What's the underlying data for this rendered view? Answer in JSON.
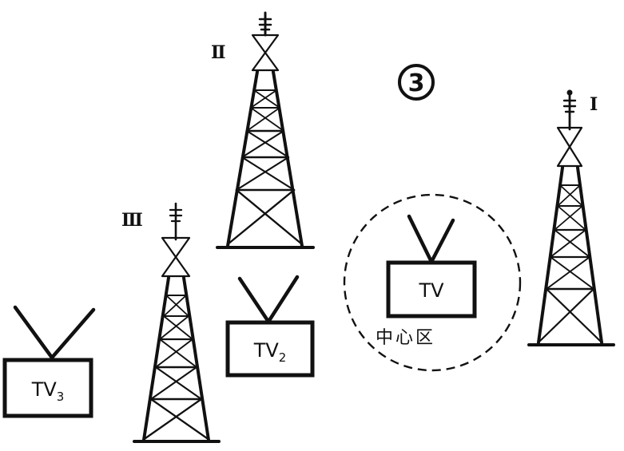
{
  "figure_number": "③",
  "towers": [
    {
      "id": "tower-2",
      "label": "Ⅱ"
    },
    {
      "id": "tower-3",
      "label": "Ⅲ"
    },
    {
      "id": "tower-1",
      "label": "Ⅰ"
    }
  ],
  "tv_sets": [
    {
      "id": "tv",
      "label": "TV",
      "sub": ""
    },
    {
      "id": "tv2",
      "label": "TV",
      "sub": "2"
    },
    {
      "id": "tv3",
      "label": "TV",
      "sub": "3"
    }
  ],
  "center_zone": {
    "label": "中心区"
  },
  "colors": {
    "ink": "#111111",
    "paper": "#ffffff"
  }
}
